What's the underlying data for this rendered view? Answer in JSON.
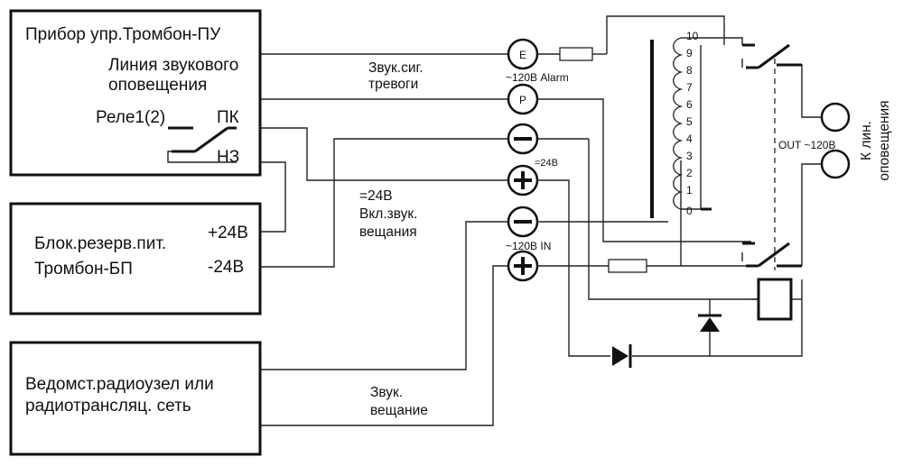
{
  "blocks": {
    "pu": {
      "title": "Прибор упр.Тромбон-ПУ",
      "line1": "Линия звукового",
      "line2": "оповещения",
      "relay": "Реле1(2)",
      "pk": "ПК",
      "nz": "НЗ"
    },
    "bp": {
      "line1": "Блок.резерв.пит.",
      "line2": "Тромбон-БП",
      "plus": "+24В",
      "minus": "-24В"
    },
    "radio": {
      "line1": "Ведомст.радиоузел или",
      "line2": "радиотрансляц. сеть"
    }
  },
  "terminals": {
    "e": "E",
    "p": "P",
    "minus": "−",
    "plus": "+"
  },
  "labels": {
    "alarm_sig1": "Звук.сиг.",
    "alarm_sig2": "тревоги",
    "alarm_volt": "~120В Alarm",
    "dc_small": "=24В",
    "dc1": "=24В",
    "dc2": "Вкл.звук.",
    "dc3": "вещания",
    "in_volt": "~120В  IN",
    "bc1": "Звук.",
    "bc2": "вещание",
    "out_volt": "OUT ~120В",
    "to_line1": "К лин.",
    "to_line2": "оповещения"
  },
  "taps": [
    "10",
    "9",
    "8",
    "7",
    "6",
    "5",
    "4",
    "3",
    "2",
    "1",
    "0"
  ]
}
